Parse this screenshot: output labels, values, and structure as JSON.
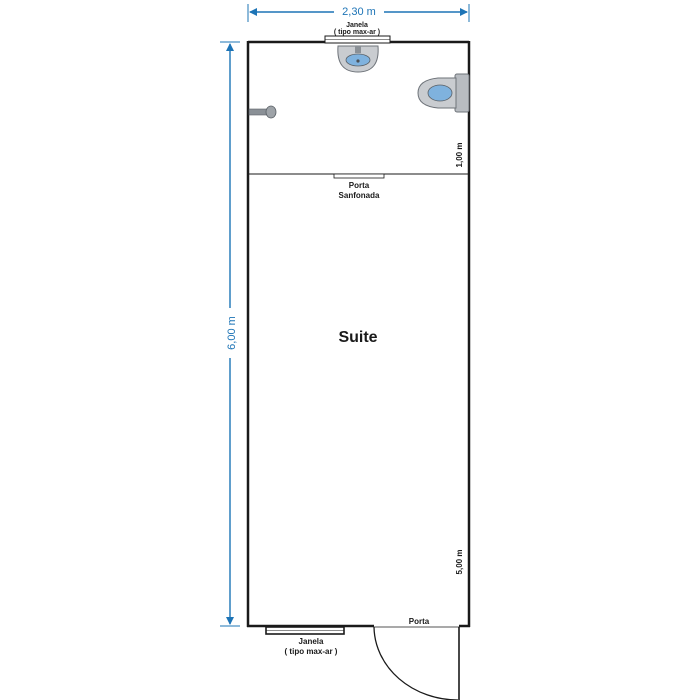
{
  "dimensions": {
    "width": "2,30 m",
    "height": "6,00 m",
    "bathroom_depth": "1,00 m",
    "suite_depth": "5,00 m"
  },
  "labels": {
    "window_top_line1": "Janela",
    "window_top_line2": "( tipo max-ar )",
    "door_sliding_line1": "Porta",
    "door_sliding_line2": "Sanfonada",
    "room_name": "Suite",
    "door_entrance": "Porta",
    "window_bottom_line1": "Janela",
    "window_bottom_line2": "( tipo max-ar )"
  },
  "colors": {
    "dimension": "#1d74b6",
    "wall": "#1a1a1a",
    "fixture_fill": "#c9ccd0",
    "fixture_water": "#7fb2de"
  },
  "icons": {
    "sink": "sink-icon",
    "toilet": "toilet-icon",
    "shower": "shower-head-icon"
  }
}
